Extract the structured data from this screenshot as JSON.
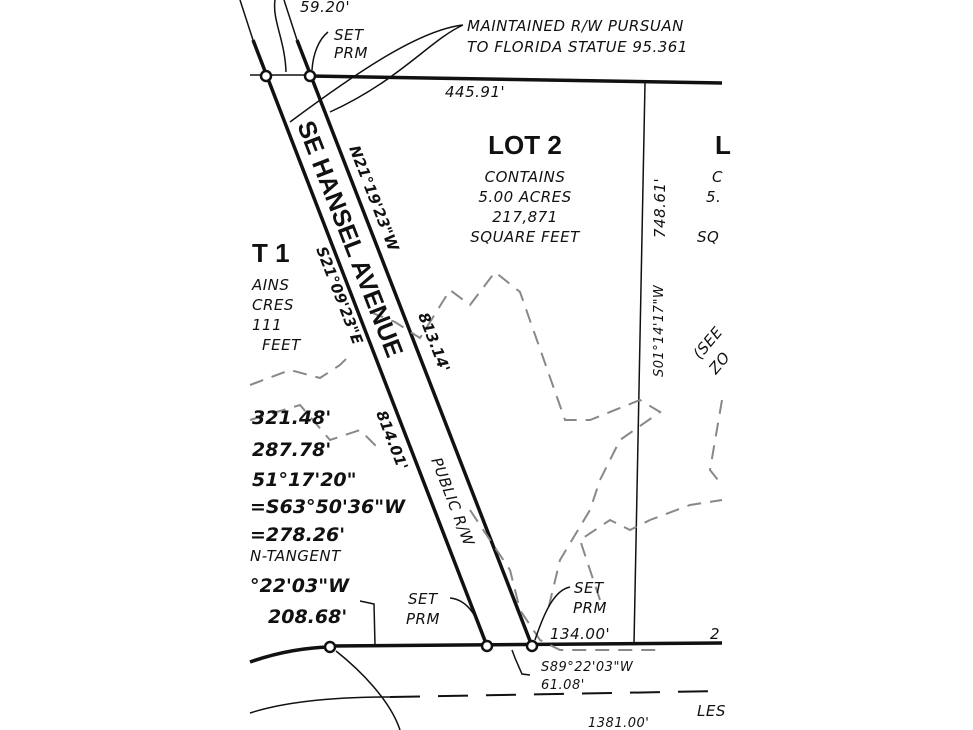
{
  "road": {
    "name": "SE HANSEL AVENUE",
    "type": "PUBLIC R/W"
  },
  "note": {
    "line1": "MAINTAINED R/W PURSUAN",
    "line2": "TO FLORIDA STATUE 95.361"
  },
  "lot2": {
    "title": "LOT 2",
    "line1": "CONTAINS",
    "line2": "5.00 ACRES",
    "line3": "217,871",
    "line4": "SQUARE FEET"
  },
  "lot1": {
    "title": "T 1",
    "line1": "AINS",
    "line2": "CRES",
    "line3": "111",
    "line4": "FEET"
  },
  "lot3": {
    "title": "L",
    "line1": "C",
    "line2": "5.",
    "line4": "SQ"
  },
  "dimensions": {
    "top_left": "59.20'",
    "top_line": "445.91'",
    "east_road_bearing": "N21°19'23\"W",
    "east_road_length": "813.14'",
    "west_road_bearing": "S21°09'23\"E",
    "west_road_length": "814.01'",
    "lot_line_length": "748.61'",
    "lot_line_bearing": "S01°14'17\"W",
    "bottom_right": "134.00'",
    "bottom_right_cut": "2",
    "bottom_bearing": "S89°22'03\"W",
    "bottom_length": "61.08'",
    "lower_left_bearing": "°22'03\"W",
    "lower_left_length": "208.68'",
    "bottom_far": "1381.00'",
    "see_note": "(SEE",
    "see_note2": "ZO"
  },
  "curve": {
    "line1": "321.48'",
    "line2": "287.78'",
    "line3": "51°17'20\"",
    "line4": "=S63°50'36\"W",
    "line5": "=278.26'",
    "line6": "N-TANGENT"
  },
  "labels": {
    "set_prm_line1": "SET",
    "set_prm_line2": "PRM",
    "les": "LES"
  },
  "colors": {
    "line": "#111111",
    "dashed": "#888888"
  }
}
